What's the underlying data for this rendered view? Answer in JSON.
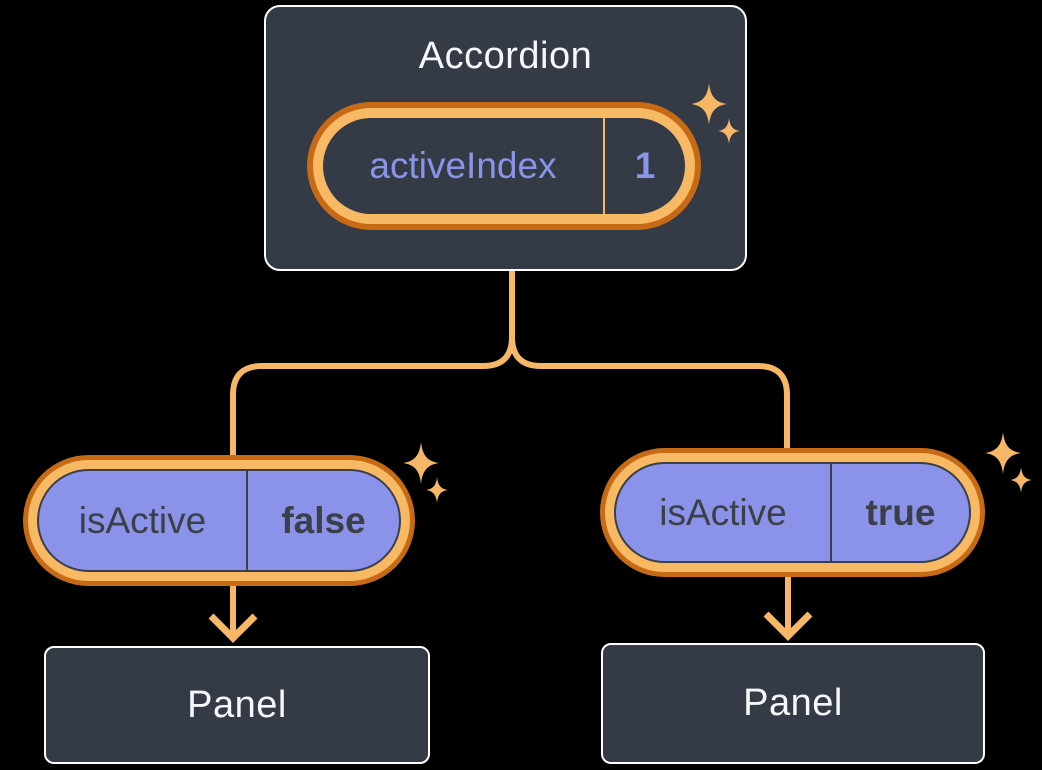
{
  "colors": {
    "page-bg": "#000000",
    "slate": "#343A46",
    "border-light": "#FFFFFF",
    "text-light": "#F6F7F9",
    "text-dark": "#3B4048",
    "orange-dark": "#C76A15",
    "orange-light": "#F8B964",
    "orange-line": "#F6B766",
    "purple-fill": "#8A93E9",
    "purple-text": "#8A94E8"
  },
  "accordion": {
    "title": "Accordion",
    "state": {
      "name": "activeIndex",
      "value": "1"
    }
  },
  "children": [
    {
      "prop": {
        "name": "isActive",
        "value": "false"
      },
      "panel": {
        "title": "Panel"
      }
    },
    {
      "prop": {
        "name": "isActive",
        "value": "true"
      },
      "panel": {
        "title": "Panel"
      }
    }
  ],
  "icons": {
    "sparkle": "four-point-star-sparkle",
    "arrow": "downward-arrow"
  }
}
